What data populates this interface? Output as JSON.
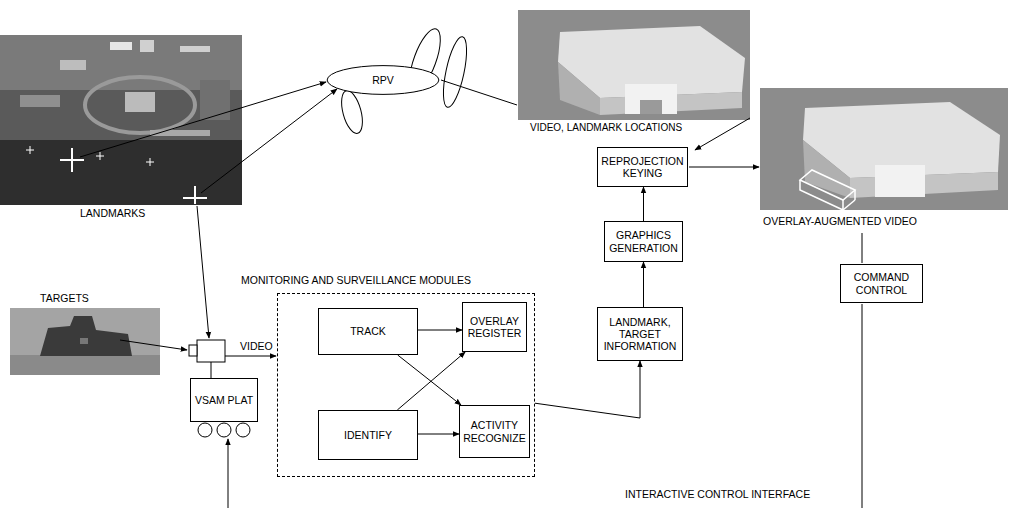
{
  "diagram": {
    "nodes": [
      {
        "text": [
          "RPV"
        ]
      },
      {
        "text": [
          "REPROJECTION KEYING"
        ]
      },
      {
        "text": [
          "GRAPHICS GENERATION"
        ]
      },
      {
        "text": [
          "MONITORING AND SURVEILLANCE MODULES"
        ]
      },
      {
        "text": [
          "TRACK"
        ],
        "in": 3
      },
      {
        "text": [
          "OVERLAY REGISTER"
        ],
        "in": 3
      },
      {
        "text": [
          "IDENTIFY"
        ],
        "in": 3
      },
      {
        "text": [
          "ACTIVITY RECOGNIZE"
        ],
        "in": 3
      },
      {
        "text": [
          "LANDMARK, TARGET INFORMATION"
        ]
      },
      {
        "text": [
          "COMMAND CONTROL"
        ]
      },
      {
        "text": [
          "VSAM PLAT"
        ]
      }
    ],
    "edges": [
      {
        "from": 4,
        "to": 5,
        "arrow": "to"
      },
      {
        "from": 4,
        "to": 7,
        "arrow": "to"
      },
      {
        "from": 6,
        "to": 5,
        "arrow": "to"
      },
      {
        "from": 6,
        "to": 7,
        "arrow": "to"
      },
      {
        "from": 3,
        "to": 8,
        "arrow": "to"
      },
      {
        "from": 8,
        "to": 2,
        "arrow": "to"
      },
      {
        "from": 2,
        "to": 1,
        "arrow": "to"
      }
    ],
    "labels": [
      "VIDEO, LANDMARK LOCATIONS",
      "LANDMARKS",
      "OVERLAY-AUGMENTED VIDEO",
      "TARGETS",
      "VIDEO",
      "INTERACTIVE CONTROL INTERFACE"
    ]
  }
}
